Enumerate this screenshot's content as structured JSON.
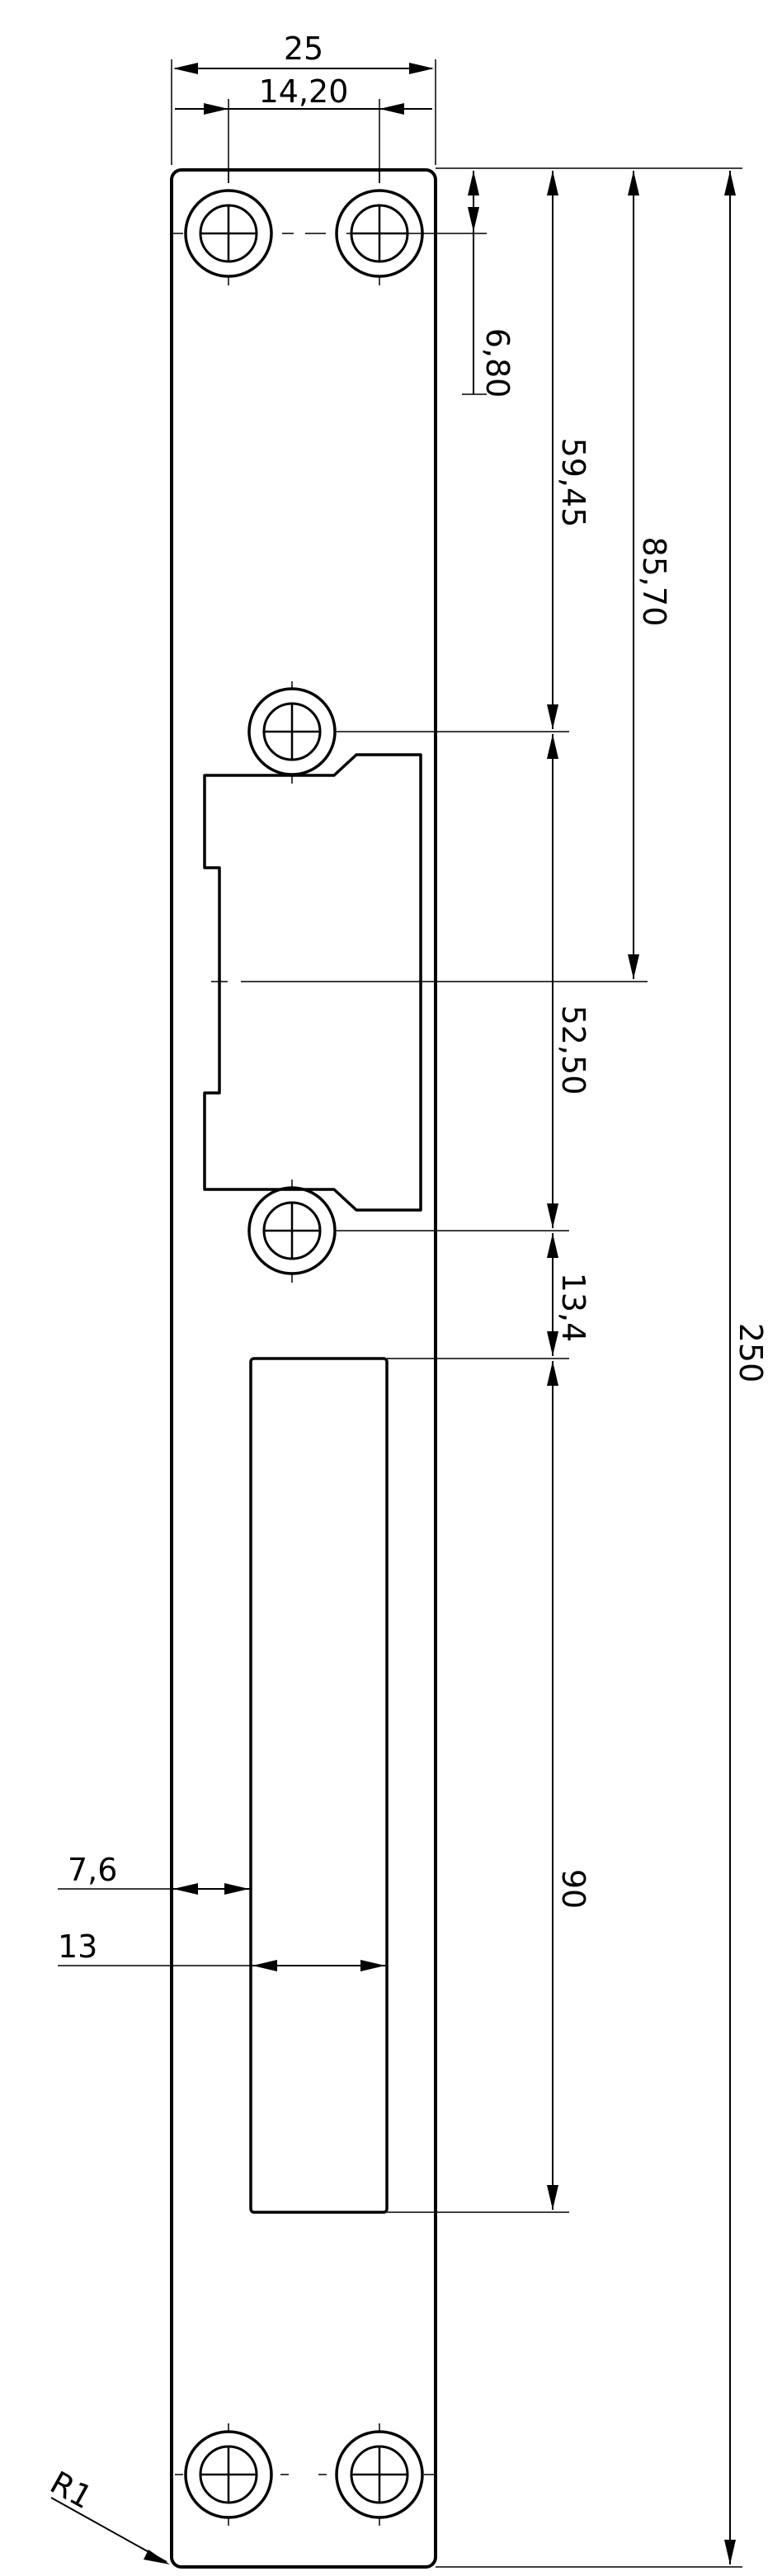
{
  "dimensions": {
    "overall_width": "25",
    "hole_spacing": "14,20",
    "top_hole_offset": "6,80",
    "top_to_upper_hole": "59,45",
    "top_to_center": "85,70",
    "upper_to_lower_hole": "52,50",
    "lower_hole_to_slot": "13,4",
    "overall_length": "250",
    "slot_length": "90",
    "slot_offset": "7,6",
    "slot_width": "13",
    "corner_radius": "R1"
  },
  "colors": {
    "line": "#000000",
    "background": "#ffffff"
  }
}
